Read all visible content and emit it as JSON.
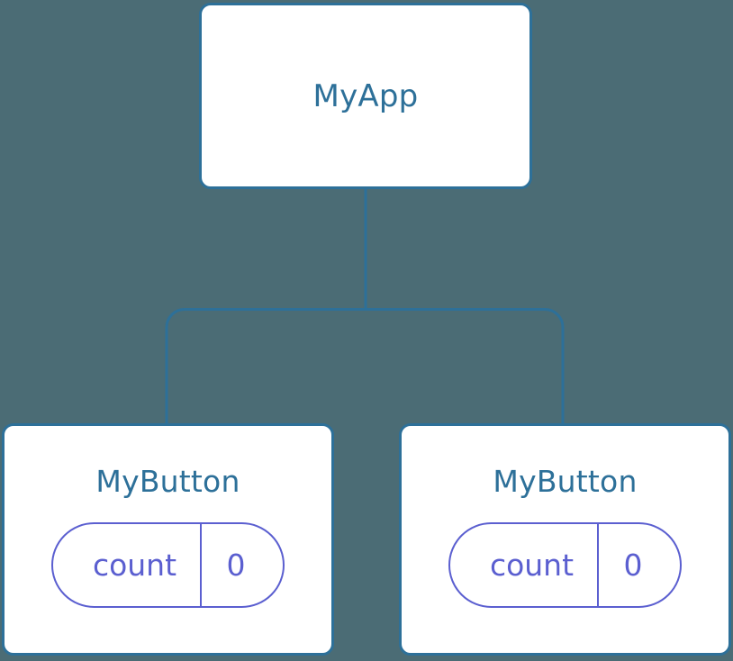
{
  "canvas": {
    "background_color": "#4b6c75",
    "node_fill_color": "#ffffff",
    "node_border_color": "#2d7099",
    "node_label_color": "#2d7099",
    "edge_color": "#2d7099",
    "state_color": "#5b5fd0"
  },
  "tree": {
    "root": {
      "label": "MyApp"
    },
    "children": [
      {
        "label": "MyButton",
        "state": {
          "key": "count",
          "value": "0"
        }
      },
      {
        "label": "MyButton",
        "state": {
          "key": "count",
          "value": "0"
        }
      }
    ]
  }
}
